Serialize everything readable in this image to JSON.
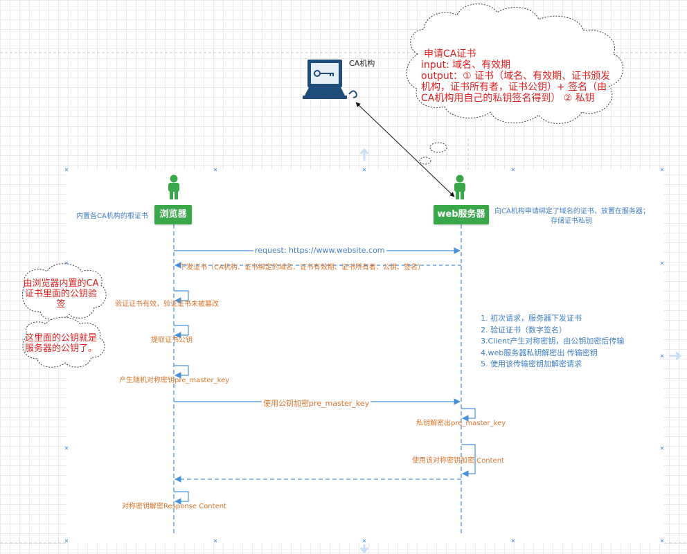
{
  "ca": {
    "label": "CA机构"
  },
  "cloud_ca": {
    "lines": [
      "申请CA证书",
      "input: 域名、有效期",
      "output：① 证书（域名、有效期、证书颁发",
      "机构，证书所有者，证书公钥）+ 签名（由",
      "CA机构用自己的私钥签名得到） ② 私钥"
    ]
  },
  "actors": {
    "browser": "浏览器",
    "server": "web服务器"
  },
  "notes": {
    "browser_root": "内置各CA机构的根证书",
    "server_line1": "向CA机构申请绑定了域名的证书，放置在服务器；",
    "server_line2": "存储证书私钥"
  },
  "messages": {
    "request": "request:  https://www.website.com",
    "issue_cert": "下发证书（CA机构、证书绑定的域名、证书有效期、证书所有者、公钥、签名）",
    "encrypt_key": "使用公钥加密pre_master_key"
  },
  "browser_steps": {
    "verify": "验证证书有效，验证证书未被篡改",
    "extract": "提取证书公钥",
    "generate": "产生随机对称密钥pre_master_key",
    "decrypt": "对称密钥解密Response Content"
  },
  "server_steps": {
    "decrypt_key": "私钥解密出pre_master_key",
    "encrypt_content": "使用该对称密钥加密 Content"
  },
  "red_notes": {
    "verify_lines": [
      "由浏览器内置的CA",
      "证书里面的公钥验",
      "签"
    ],
    "public_key_lines": [
      "这里面的公钥就是",
      "服务器的公钥了。"
    ]
  },
  "summary_steps": [
    "1. 初次请求，服务器下发证书",
    "2. 验证证书（数字签名）",
    "3.Client产生对称密钥，由公钥加密后传输",
    "4.web服务器私钥解密出 传输密钥",
    "5. 使用该传输密钥加解密请求"
  ],
  "colors": {
    "actor_green": "#3aa84a",
    "lifeline_blue": "#4a90d9",
    "step_orange": "#d9742a",
    "note_red": "#e02020",
    "note_blue": "#3d7fc4"
  },
  "icons": [
    "ca-computer-icon",
    "browser-person-icon",
    "server-person-icon"
  ]
}
